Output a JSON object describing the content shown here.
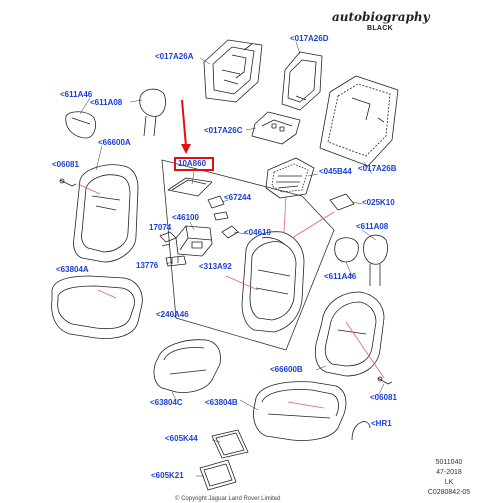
{
  "header": {
    "brand": "autobiography",
    "brand_sub": "BLACK"
  },
  "callouts": {
    "c017A26A": "<017A26A",
    "c017A26D": "<017A26D",
    "c611A46_top": "<611A46",
    "c611A08_top": "<611A08",
    "c017A26C": "<017A26C",
    "c017A26B": "<017A26B",
    "c66600A": "<66600A",
    "c06081_left": "<06081",
    "c10A860": "10A860",
    "c045B44": "<045B44",
    "c67244": "<67244",
    "c025K10": "<025K10",
    "c46100": "<46100",
    "c17074": "17074",
    "c04619": "<04619",
    "c611A08_right": "<611A08",
    "c13776": "13776",
    "c313A92": "<313A92",
    "c63804A": "<63804A",
    "c611A46_right": "<611A46",
    "c240A46": "<240A46",
    "c66600B": "<66600B",
    "c06081_right": "<06081",
    "c63804C": "<63804C",
    "c63804B": "<63804B",
    "cHR1": "<HR1",
    "c605K44": "<605K44",
    "c605K21": "<605K21"
  },
  "reference": {
    "line1": "5011040",
    "line2": "47-2018",
    "line3": "LK",
    "line4": "C0280842-05"
  },
  "footer": {
    "copyright": "© Copyright Jaguar Land Rover Limited"
  },
  "colors": {
    "callout": "#1a3fd6",
    "highlight": "#e01010",
    "leader_pink": "#e06070"
  }
}
